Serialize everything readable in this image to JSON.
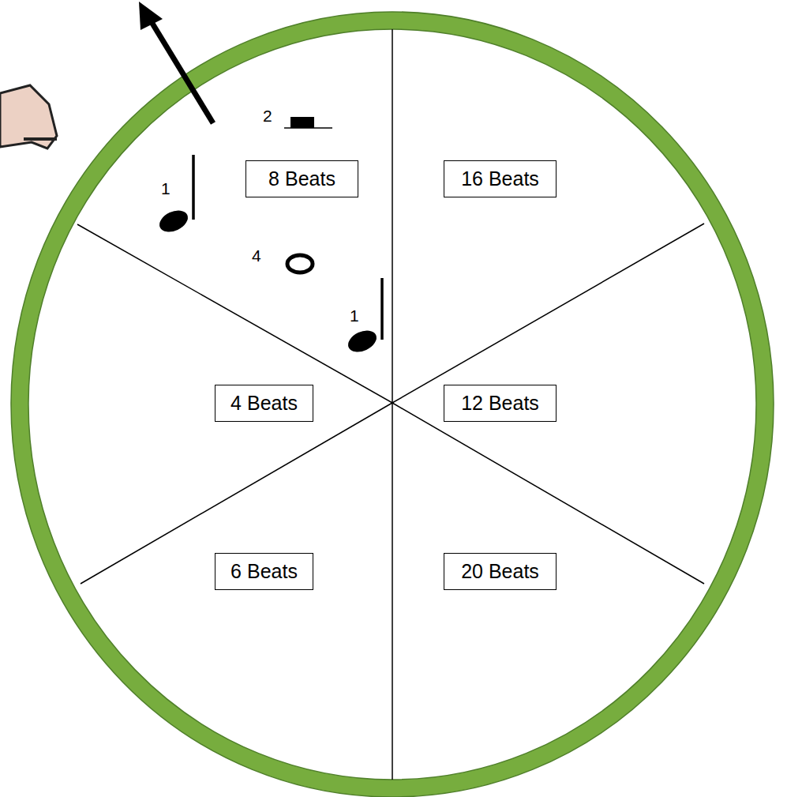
{
  "diagram": {
    "nodes": [
      {
        "text": [
          "8 Beats"
        ]
      },
      {
        "text": [
          "16 Beats"
        ]
      },
      {
        "text": [
          "4 Beats"
        ]
      },
      {
        "text": [
          "12 Beats"
        ]
      },
      {
        "text": [
          "6 Beats"
        ]
      },
      {
        "text": [
          "20 Beats"
        ]
      }
    ],
    "labels": [
      "2",
      "1",
      "4",
      "1"
    ]
  }
}
